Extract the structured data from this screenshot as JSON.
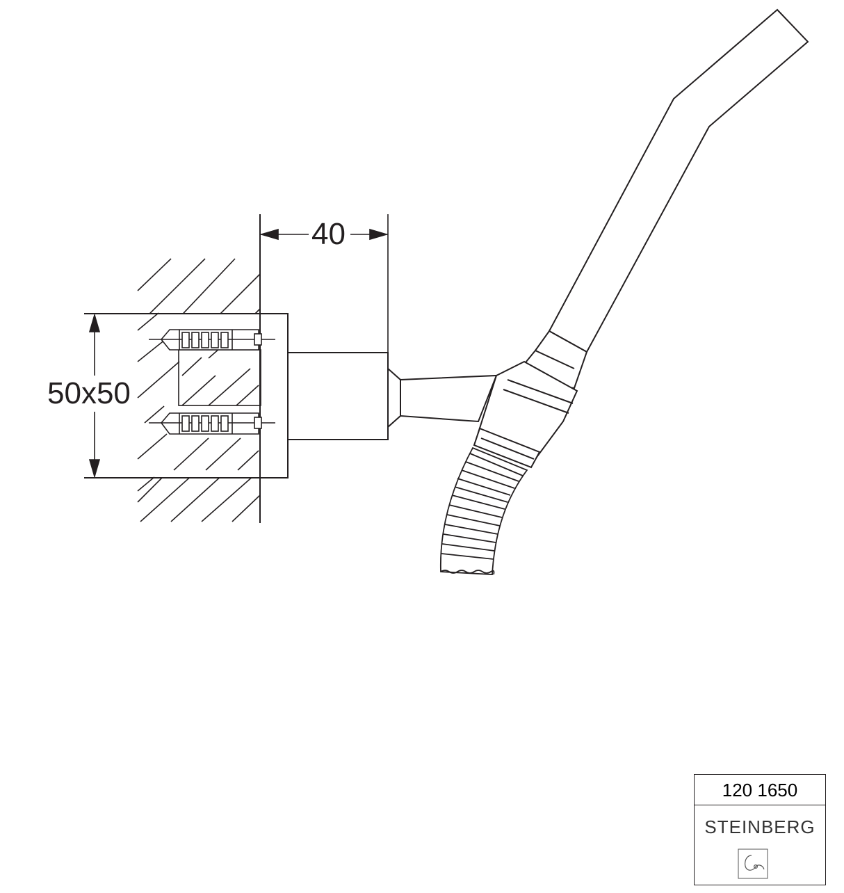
{
  "dimensions": {
    "depth": "40",
    "plate_size": "50x50"
  },
  "title_block": {
    "article_number": "120 1650",
    "brand": "STEINBERG"
  },
  "icons": {
    "logo": "steinberg-logo-icon"
  },
  "colors": {
    "line": "#231f20",
    "background": "#ffffff"
  }
}
